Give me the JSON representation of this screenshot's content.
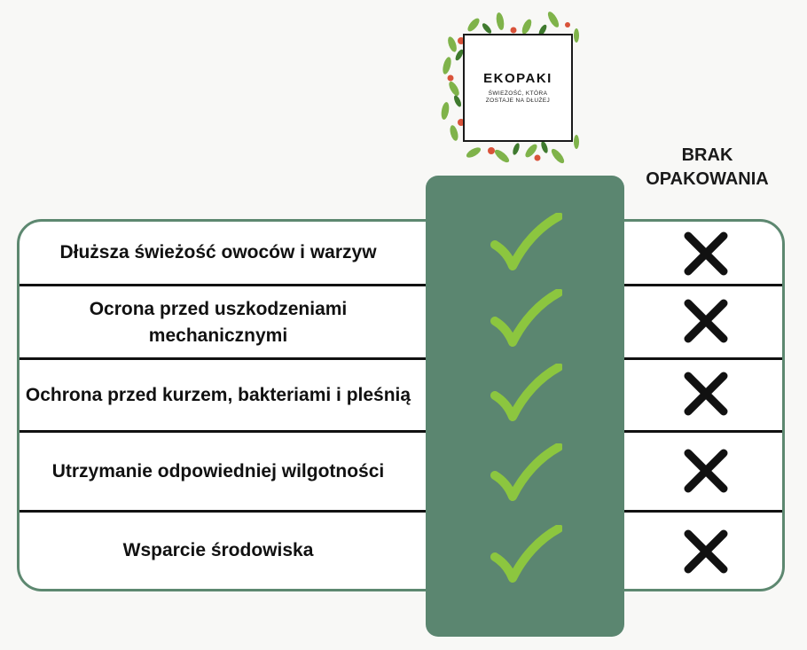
{
  "logo": {
    "title": "EKOPAKI",
    "tagline": "ŚWIEŻOŚĆ, KTÓRA ZOSTAJE NA DŁUŻEJ"
  },
  "header": {
    "no_packaging_label": "BRAK OPAKOWANIA"
  },
  "rows": [
    {
      "feature": "Dłuższa świeżość owoców i warzyw",
      "ekopaki": "check-icon",
      "no_packaging": "cross-icon"
    },
    {
      "feature": "Ocrona przed uszkodzeniami mechanicznymi",
      "ekopaki": "check-icon",
      "no_packaging": "cross-icon"
    },
    {
      "feature": "Ochrona przed kurzem, bakteriami i pleśnią",
      "ekopaki": "check-icon",
      "no_packaging": "cross-icon"
    },
    {
      "feature": "Utrzymanie odpowiedniej wilgotności",
      "ekopaki": "check-icon",
      "no_packaging": "cross-icon"
    },
    {
      "feature": "Wsparcie środowiska",
      "ekopaki": "check-icon",
      "no_packaging": "cross-icon"
    }
  ],
  "colors": {
    "accent_green": "#5b8670",
    "check_green": "#8cc63f",
    "cross_black": "#111111"
  }
}
